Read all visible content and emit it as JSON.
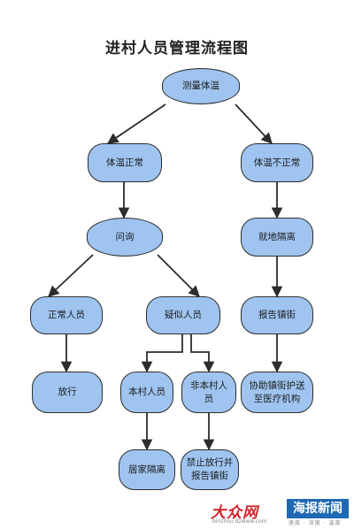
{
  "title": "进村人员管理流程图",
  "nodes": {
    "measure": "测量体温",
    "normal_temp": "体温正常",
    "abnormal_temp": "体温不正常",
    "inquire": "问询",
    "isolate_spot": "就地隔离",
    "normal_person": "正常人员",
    "suspected": "疑似人员",
    "report_town": "报告镇街",
    "release": "放行",
    "villager": "本村人员",
    "non_villager": "非本村人员",
    "assist_escort": "协助镇街护送至医疗机构",
    "home_isolation": "居家隔离",
    "forbid_release": "禁止放行并报告镇街"
  },
  "watermark": {
    "brand": "大众网",
    "brand_sub": "binzhou.dzwww.com",
    "news": "海报新闻",
    "news_sub": "速度 · 深度 · 温度"
  },
  "colors": {
    "node_fill": "#9fc4f0",
    "stroke": "#2c2c2c",
    "brand_red": "#d2232a",
    "brand_blue": "#1f68b3"
  }
}
